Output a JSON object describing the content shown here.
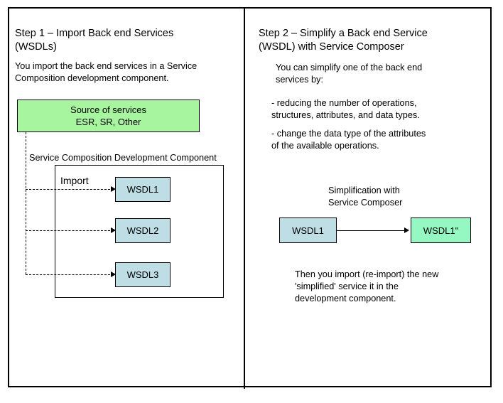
{
  "diagram": {
    "title": "Two-step diagram: importing and simplifying back end services (WSDLs)",
    "colors": {
      "source_green": "#a8f5a0",
      "simplified_green": "#95f7c2",
      "wsdl_blue": "#bedde4",
      "line": "#000000",
      "background": "#ffffff"
    }
  },
  "left_panel": {
    "title": "Step 1 – Import Back end Services\n(WSDLs)",
    "intro": "You import the back end services in a Service\nComposition development component.",
    "source_box": {
      "line1": "Source of services",
      "line2": "ESR, SR, Other"
    },
    "container_label": "Service Composition Development Component",
    "import_label": "Import",
    "wsdl_nodes": [
      {
        "label": "WSDL1"
      },
      {
        "label": "WSDL2"
      },
      {
        "label": "WSDL3"
      }
    ]
  },
  "right_panel": {
    "title": "Step 2 – Simplify a Back end Service\n(WSDL) with Service Composer",
    "paragraphs": [
      "You can simplify one of the back end\nservices by:",
      " - reducing the number of operations,\nstructures, attributes, and data types.",
      "- change the data type of the attributes\nof the available operations."
    ],
    "flow_caption": "Simplification with\nService Composer",
    "flow_source": {
      "label": "WSDL1"
    },
    "flow_target": {
      "label": "WSDL1\""
    },
    "footer": "Then you import (re-import) the new\n'simplified' service it in the\ndevelopment component."
  }
}
